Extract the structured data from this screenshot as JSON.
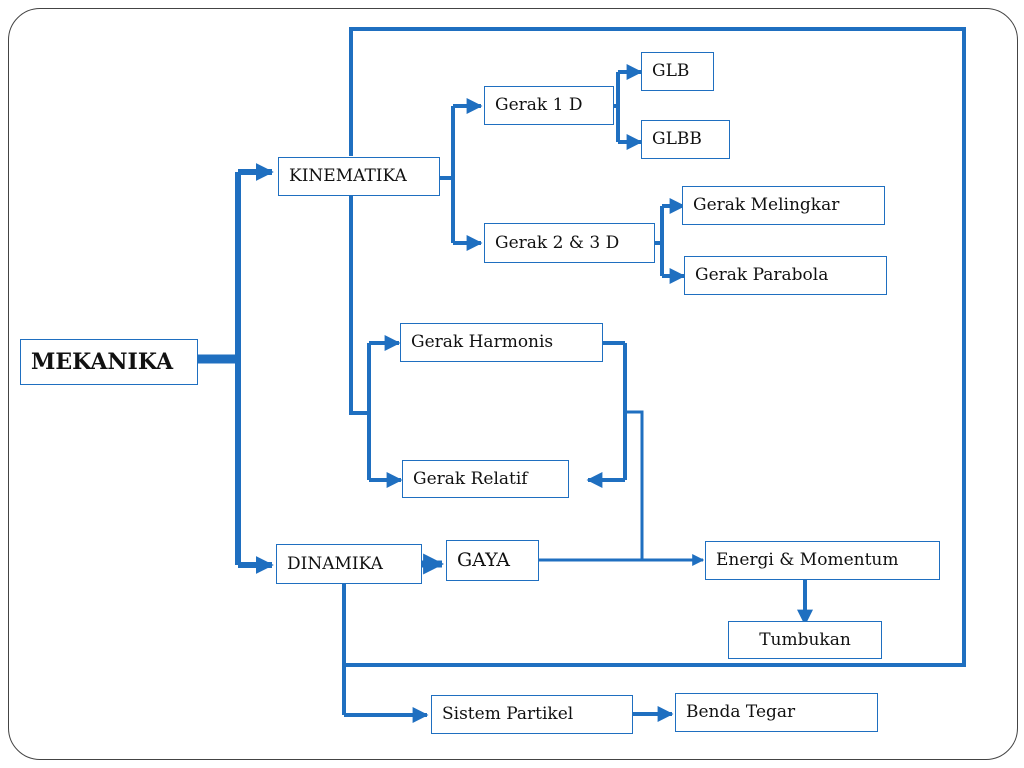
{
  "diagram": {
    "nodes": {
      "mekanika": "MEKANIKA",
      "kinematika": "KINEMATIKA",
      "dinamika": "DINAMIKA",
      "gerak_1d": "Gerak 1 D",
      "glb": "GLB",
      "glbb": "GLBB",
      "gerak_2_3d": "Gerak 2 & 3 D",
      "gerak_melingkar": "Gerak Melingkar",
      "gerak_parabola": "Gerak Parabola",
      "gerak_harmonis": "Gerak Harmonis",
      "gerak_relatif": "Gerak Relatif",
      "gaya": "GAYA",
      "energi_momentum": "Energi & Momentum",
      "tumbukan": "Tumbukan",
      "sistem_partikel": "Sistem Partikel",
      "benda_tegar": "Benda Tegar"
    },
    "colors": {
      "connector": "#1f6fc0",
      "box_border": "#1f6fc0",
      "text": "#111111",
      "slide_border": "#444444"
    }
  }
}
